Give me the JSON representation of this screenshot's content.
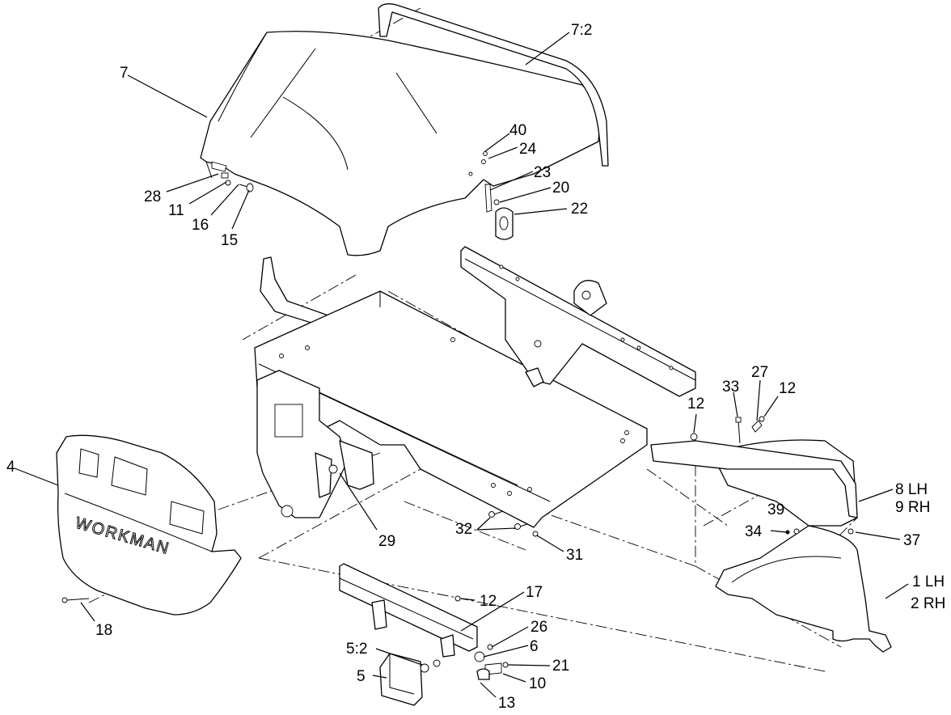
{
  "brand_text": "WORKMAN",
  "callouts": {
    "c7": "7",
    "c7_2": "7:2",
    "c28": "28",
    "c11": "11",
    "c16": "16",
    "c15": "15",
    "c40": "40",
    "c24": "24",
    "c23": "23",
    "c20": "20",
    "c22": "22",
    "c4": "4",
    "c18": "18",
    "c29": "29",
    "c32": "32",
    "c31": "31",
    "c12a": "12",
    "c33": "33",
    "c27": "27",
    "c12b": "12",
    "c8": "8 LH",
    "c9": "9 RH",
    "c39": "39",
    "c34": "34",
    "c37": "37",
    "c1": "1 LH",
    "c2": "2 RH",
    "c12c": "12",
    "c17": "17",
    "c26": "26",
    "c6": "6",
    "c5_2": "5:2",
    "c21": "21",
    "c5": "5",
    "c10": "10",
    "c13": "13"
  }
}
